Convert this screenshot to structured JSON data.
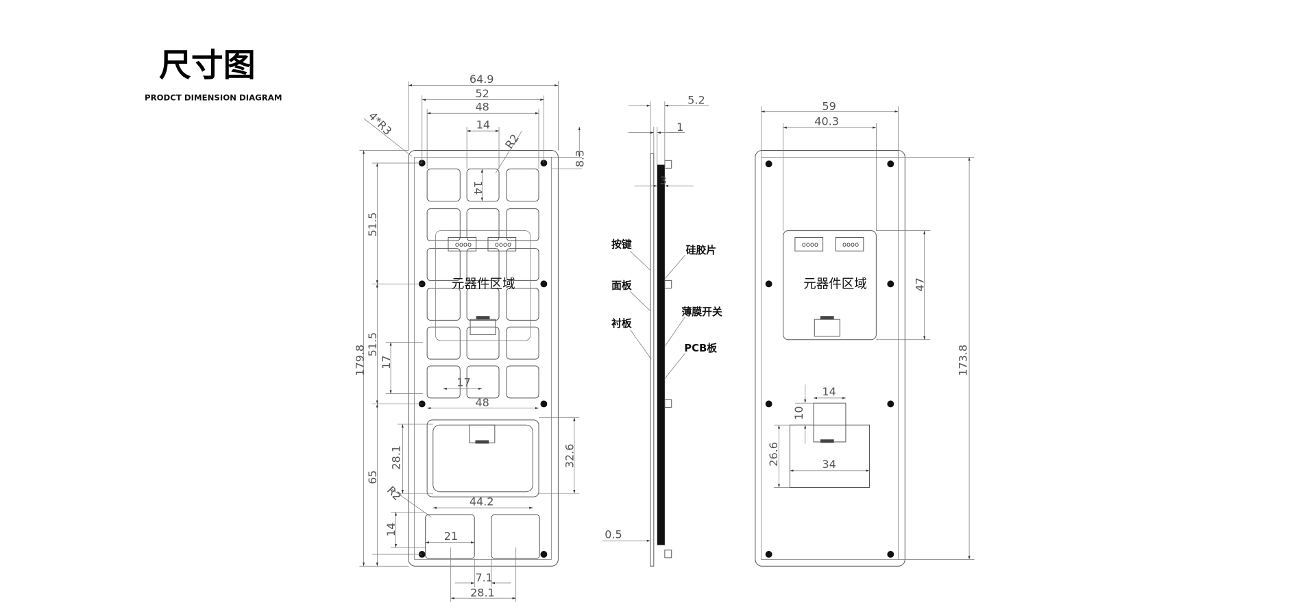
{
  "header": {
    "title": "尺寸图",
    "subtitle": "PRODCT DIMENSION DIAGRAM"
  },
  "front": {
    "dims": {
      "w_total": "64.9",
      "w_52": "52",
      "w_48": "48",
      "key_w": "14",
      "radius_r3": "4*R3",
      "radius_r2": "R2",
      "top_8_3": "8.3",
      "key_h": "14",
      "h_51_5_a": "51.5",
      "h_51_5_b": "51.5",
      "h_total": "179.8",
      "h_17": "17",
      "w_17": "17",
      "w_48_b": "48",
      "h_28_1": "28.1",
      "h_32_6": "32.6",
      "w_44_2": "44.2",
      "h_65": "65",
      "radius_r2_b": "R2",
      "h_14": "14",
      "w_21": "21",
      "w_7_1": "7.1",
      "w_28_1": "28.1"
    },
    "area_label": "元器件区域"
  },
  "side": {
    "dims": {
      "t_5_2": "5.2",
      "t_1": "1",
      "t_3": "3",
      "t_0_5": "0.5"
    },
    "labels": {
      "key": "按键",
      "silicone": "硅胶片",
      "panel": "面板",
      "membrane": "薄膜开关",
      "backing": "衬板",
      "pcb": "PCB板"
    }
  },
  "back": {
    "dims": {
      "w_59": "59",
      "w_40_3": "40.3",
      "h_47": "47",
      "h_173_8": "173.8",
      "w_14": "14",
      "h_10": "10",
      "h_26_6": "26.6",
      "w_34": "34"
    },
    "area_label": "元器件区域"
  }
}
